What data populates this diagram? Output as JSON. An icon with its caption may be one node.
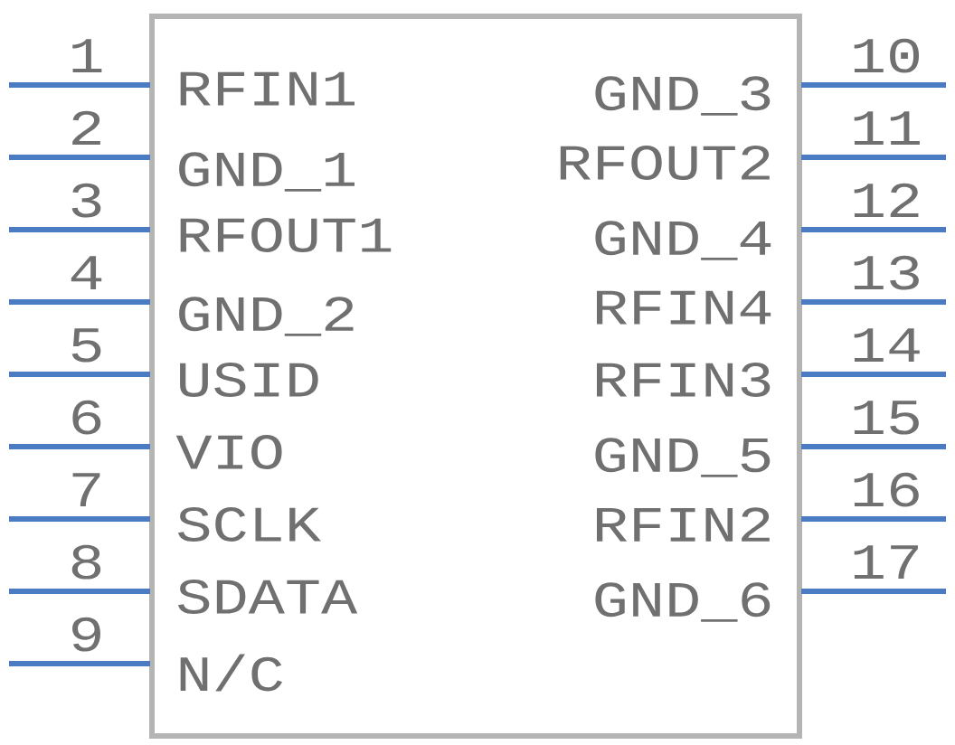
{
  "diagram": {
    "nodes": [
      {
        "text": [],
        "shape": "box"
      },
      {
        "text": [
          "RFIN1"
        ],
        "in": 0,
        "beside": [
          "1"
        ]
      },
      {
        "text": [
          "GND_1"
        ],
        "in": 0,
        "beside": [
          "2"
        ]
      },
      {
        "text": [
          "RFOUT1"
        ],
        "in": 0,
        "beside": [
          "3"
        ]
      },
      {
        "text": [
          "GND_2"
        ],
        "in": 0,
        "beside": [
          "4"
        ]
      },
      {
        "text": [
          "USID"
        ],
        "in": 0,
        "beside": [
          "5"
        ]
      },
      {
        "text": [
          "VIO"
        ],
        "in": 0,
        "beside": [
          "6"
        ]
      },
      {
        "text": [
          "SCLK"
        ],
        "in": 0,
        "beside": [
          "7"
        ]
      },
      {
        "text": [
          "SDATA"
        ],
        "in": 0,
        "beside": [
          "8"
        ]
      },
      {
        "text": [
          "N/C"
        ],
        "in": 0,
        "beside": [
          "9"
        ]
      },
      {
        "text": [
          "GND_3"
        ],
        "in": 0,
        "beside": [
          "10"
        ]
      },
      {
        "text": [
          "RFOUT2"
        ],
        "in": 0,
        "beside": [
          "11"
        ]
      },
      {
        "text": [
          "GND_4"
        ],
        "in": 0,
        "beside": [
          "12"
        ]
      },
      {
        "text": [
          "RFIN4"
        ],
        "in": 0,
        "beside": [
          "13"
        ]
      },
      {
        "text": [
          "RFIN3"
        ],
        "in": 0,
        "beside": [
          "14"
        ]
      },
      {
        "text": [
          "GND_5"
        ],
        "in": 0,
        "beside": [
          "15"
        ]
      },
      {
        "text": [
          "RFIN2"
        ],
        "in": 0,
        "beside": [
          "16"
        ]
      },
      {
        "text": [
          "GND_6"
        ],
        "in": 0,
        "beside": [
          "17"
        ]
      }
    ],
    "edges": []
  }
}
